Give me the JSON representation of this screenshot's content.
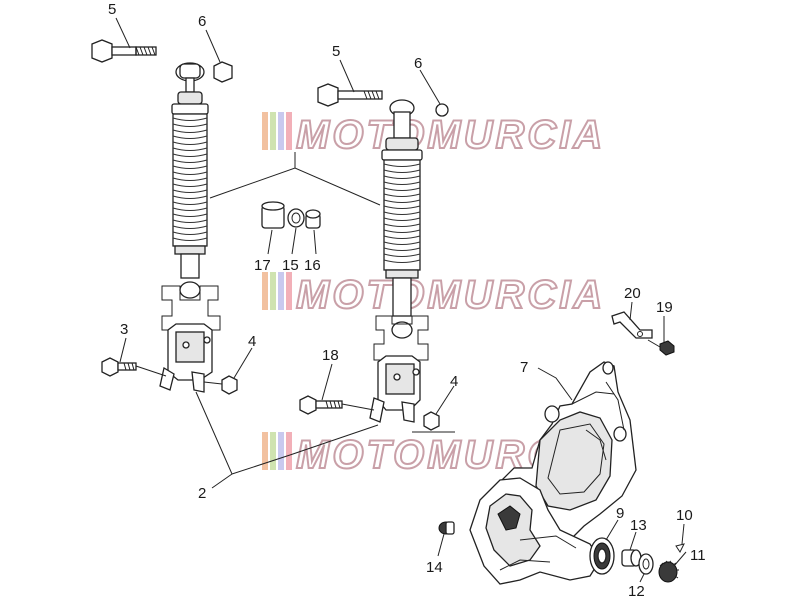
{
  "watermark": {
    "text": "MOTOMURCIA",
    "colors": [
      "#f2c1a0",
      "#cfe3b0",
      "#c9c9ef",
      "#f2b0b8"
    ]
  },
  "callouts": {
    "c5a": "5",
    "c6a": "6",
    "c5b": "5",
    "c6b": "6",
    "c17": "17",
    "c15": "15",
    "c16": "16",
    "c3": "3",
    "c4a": "4",
    "c18": "18",
    "c4b": "4",
    "c20": "20",
    "c19": "19",
    "c7": "7",
    "c2": "2",
    "c9": "9",
    "c13": "13",
    "c10": "10",
    "c14": "14",
    "c11": "11",
    "c12": "12"
  }
}
